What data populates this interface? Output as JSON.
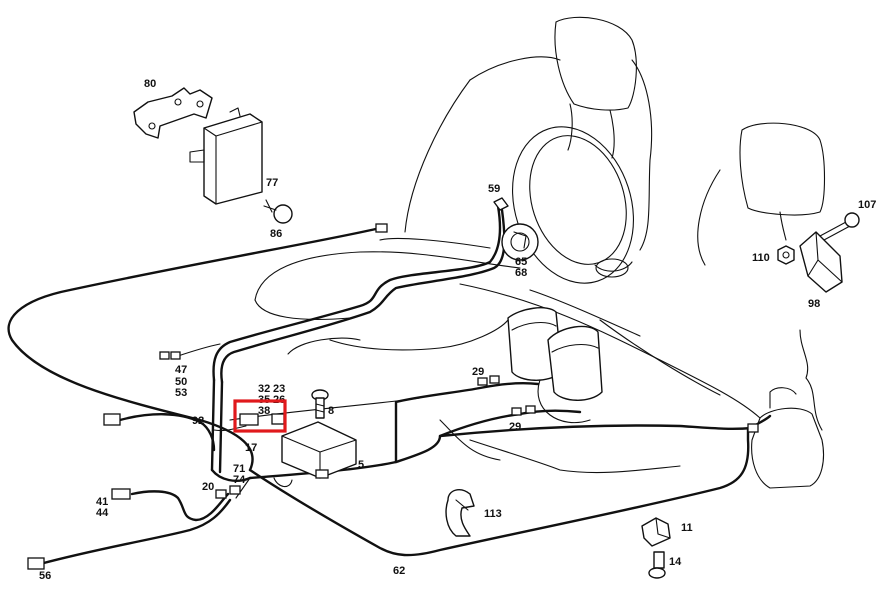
{
  "labels": {
    "l80": "80",
    "l77": "77",
    "l86": "86",
    "l59": "59",
    "l65": "65",
    "l68": "68",
    "l107": "107",
    "l110": "110",
    "l98": "98",
    "l47": "47",
    "l50": "50",
    "l53": "53",
    "l32": "32",
    "l23": "23",
    "l35": "35",
    "l26": "26",
    "l38": "38",
    "l8": "8",
    "l92": "92",
    "l17": "17",
    "l5": "5",
    "l29a": "29",
    "l29b": "29",
    "l71": "71",
    "l74": "74",
    "l20": "20",
    "l41": "41",
    "l44": "44",
    "l113": "113",
    "l11": "11",
    "l14": "14",
    "l56": "56",
    "l62": "62"
  },
  "highlight": {
    "color": "#e0191c",
    "target": "38"
  }
}
